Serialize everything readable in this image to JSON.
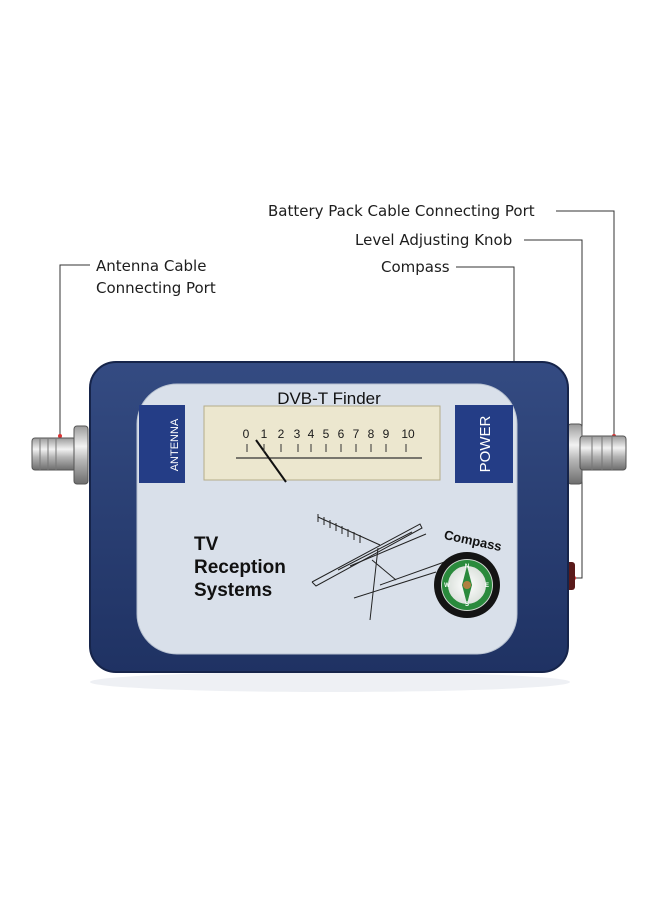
{
  "callouts": {
    "antenna_line1": "Antenna Cable",
    "antenna_line2": "Connecting Port",
    "battery": "Battery Pack Cable Connecting Port",
    "knob": "Level Adjusting Knob",
    "compass": "Compass"
  },
  "device": {
    "title": "DVB-T Finder",
    "left_label": "ANTENNA",
    "right_label": "POWER",
    "scale": [
      "0",
      "1",
      "2",
      "3",
      "4",
      "5",
      "6",
      "7",
      "8",
      "9",
      "10"
    ],
    "brand_line1": "TV",
    "brand_line2": "Reception",
    "brand_line3": "Systems",
    "compass_label": "Compass",
    "compass_dial": [
      "N",
      "S",
      "E",
      "W"
    ]
  },
  "colors": {
    "housing": "#2a3f73",
    "faceplate": "#d7dee8",
    "meter_bg": "#ece7cf",
    "label_band": "#243d86",
    "compass_green": "#2a8a3c"
  }
}
